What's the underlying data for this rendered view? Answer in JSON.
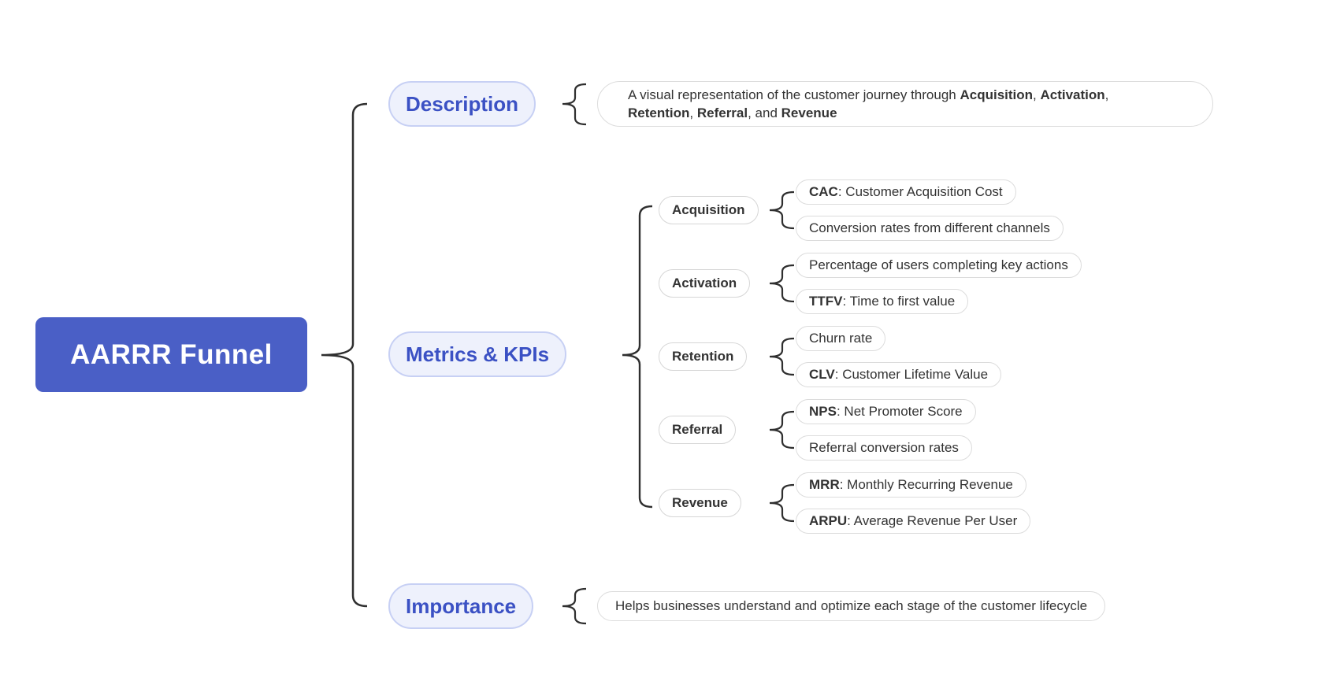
{
  "root": {
    "label": "AARRR Funnel"
  },
  "branches": [
    {
      "label": "Description",
      "leaf": {
        "line1": [
          {
            "text": "A visual representation of the customer journey through ",
            "bold": false
          },
          {
            "text": "Acquisition",
            "bold": true
          },
          {
            "text": ", ",
            "bold": false
          },
          {
            "text": "Activation",
            "bold": true
          },
          {
            "text": ",",
            "bold": false
          }
        ],
        "line2": [
          {
            "text": "Retention",
            "bold": true
          },
          {
            "text": ", ",
            "bold": false
          },
          {
            "text": "Referral",
            "bold": true
          },
          {
            "text": ", and ",
            "bold": false
          },
          {
            "text": "Revenue",
            "bold": true
          }
        ]
      }
    },
    {
      "label": "Metrics & KPIs",
      "children": [
        {
          "label": "Acquisition",
          "leaves": [
            {
              "bold": "CAC",
              "rest": ": Customer Acquisition Cost"
            },
            {
              "bold": "",
              "rest": "Conversion rates from different channels"
            }
          ]
        },
        {
          "label": "Activation",
          "leaves": [
            {
              "bold": "",
              "rest": "Percentage of users completing key actions"
            },
            {
              "bold": "TTFV",
              "rest": ": Time to first value"
            }
          ]
        },
        {
          "label": "Retention",
          "leaves": [
            {
              "bold": "",
              "rest": "Churn rate"
            },
            {
              "bold": "CLV",
              "rest": ": Customer Lifetime Value"
            }
          ]
        },
        {
          "label": "Referral",
          "leaves": [
            {
              "bold": "NPS",
              "rest": ": Net Promoter Score"
            },
            {
              "bold": "",
              "rest": "Referral conversion rates"
            }
          ]
        },
        {
          "label": "Revenue",
          "leaves": [
            {
              "bold": "MRR",
              "rest": ": Monthly Recurring Revenue"
            },
            {
              "bold": "ARPU",
              "rest": ": Average Revenue Per User"
            }
          ]
        }
      ]
    },
    {
      "label": "Importance",
      "leaf": {
        "text": "Helps businesses understand and optimize each stage of the customer lifecycle"
      }
    }
  ],
  "colors": {
    "root_bg": "#4A5FC6",
    "root_text": "#FFFFFF",
    "branch_bg": "#EEF1FC",
    "branch_border": "#C7D0F4",
    "branch_text": "#3B51C4",
    "node_border": "#D6D6D6",
    "leaf_border": "#DCDCDC",
    "text": "#333333",
    "link": "#2F2F2F"
  }
}
